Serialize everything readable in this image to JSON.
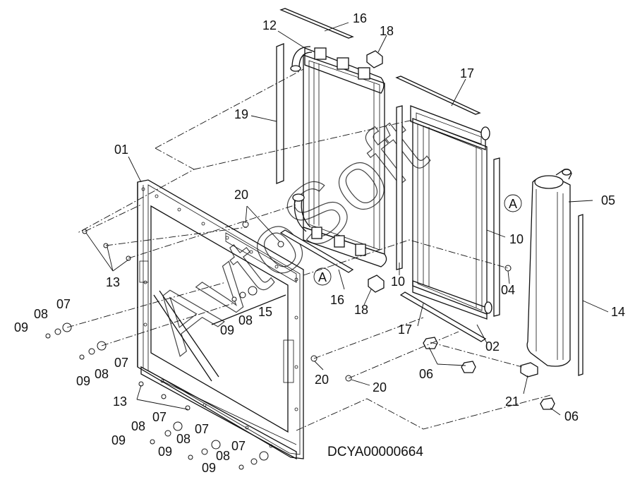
{
  "drawing_code": "DCYA00000664",
  "watermark": "AvtoSoft",
  "callouts": {
    "c01": "01",
    "c02": "02",
    "c04": "04",
    "c05": "05",
    "c06a": "06",
    "c06b": "06",
    "c07a": "07",
    "c07b": "07",
    "c07c": "07",
    "c07d": "07",
    "c07e": "07",
    "c08a": "08",
    "c08b": "08",
    "c08c": "08",
    "c08d": "08",
    "c08e": "08",
    "c08f": "08",
    "c09a": "09",
    "c09b": "09",
    "c09c": "09",
    "c09d": "09",
    "c09e": "09",
    "c09f": "09",
    "c10a": "10",
    "c10b": "10",
    "c12": "12",
    "c13a": "13",
    "c13b": "13",
    "c14": "14",
    "c15": "15",
    "c16a": "16",
    "c16b": "16",
    "c17a": "17",
    "c17b": "17",
    "c18a": "18",
    "c18b": "18",
    "c19": "19",
    "c20a": "20",
    "c20b": "20",
    "c20c": "20",
    "c21": "21",
    "refA1": "A",
    "refA2": "A"
  }
}
